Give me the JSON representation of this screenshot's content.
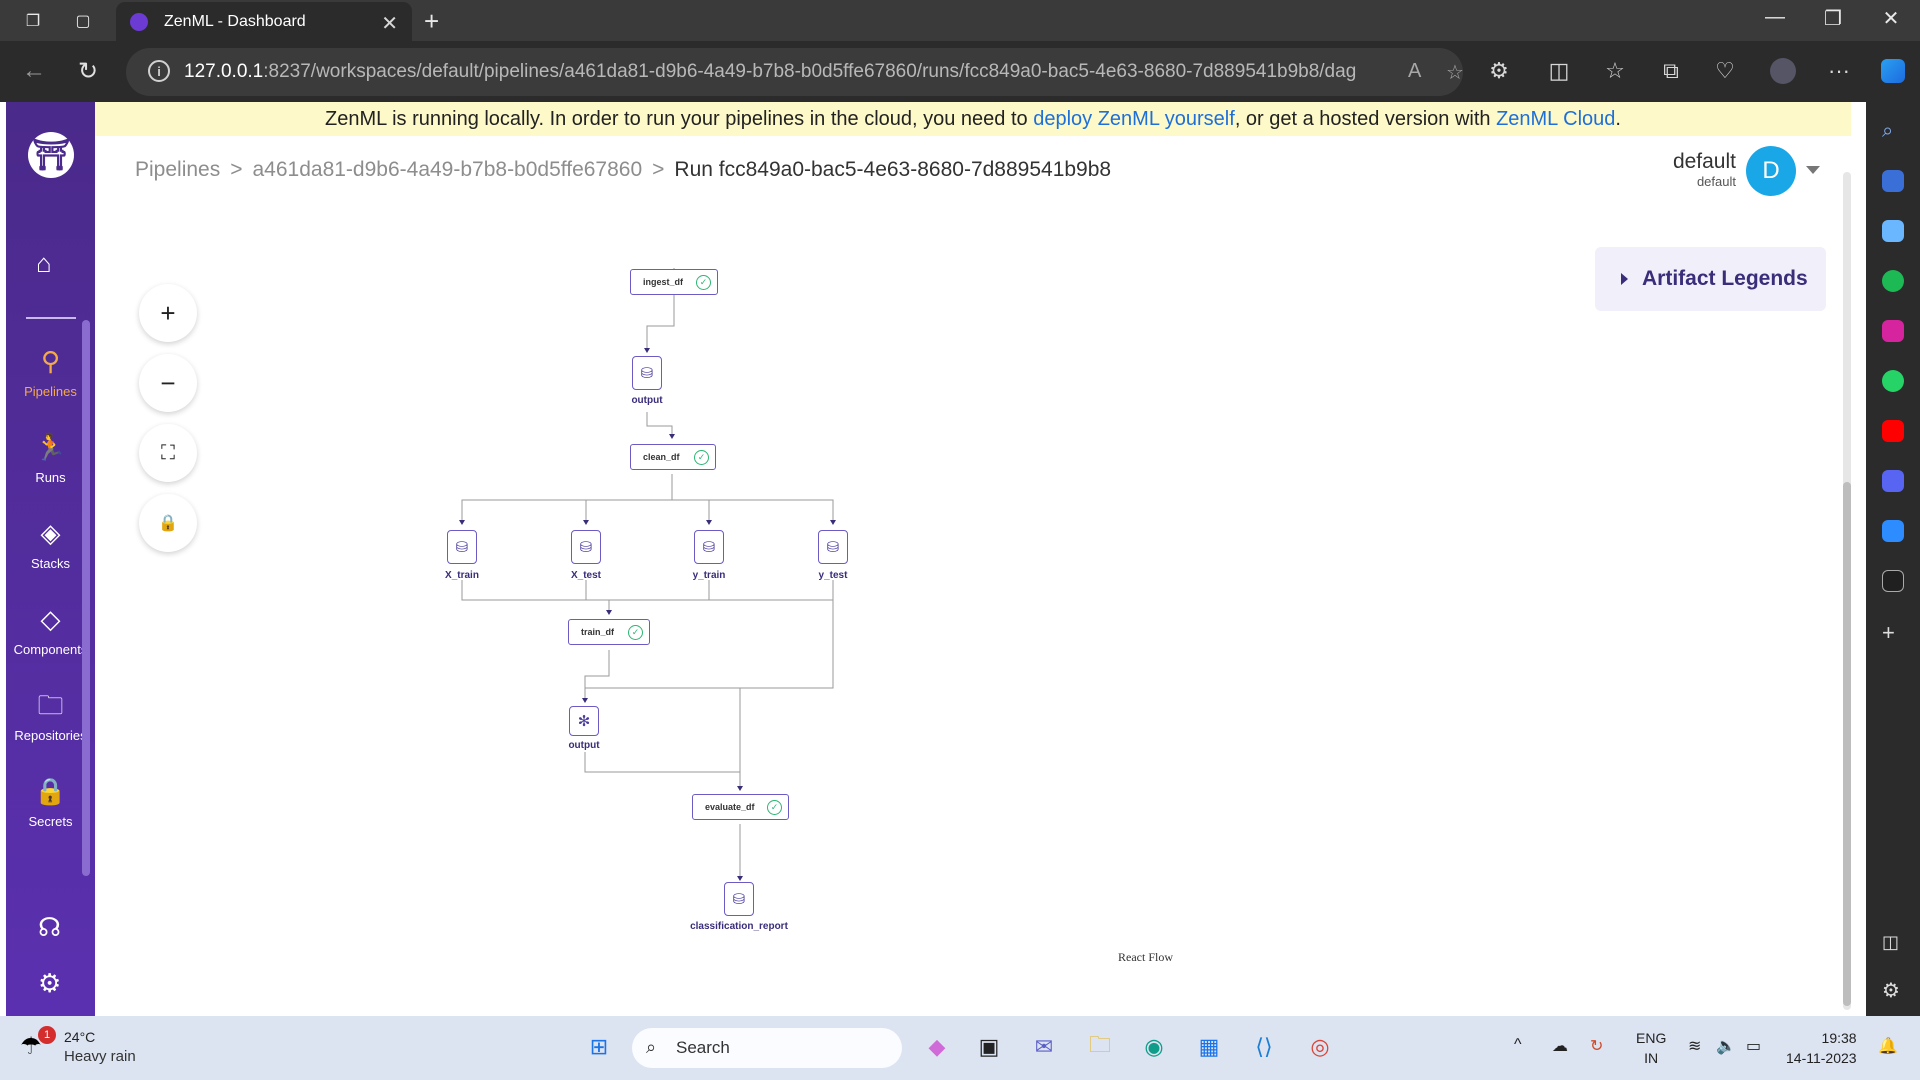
{
  "browser": {
    "tab_title": "ZenML - Dashboard",
    "url_host": "127.0.0.1",
    "url_rest": ":8237/workspaces/default/pipelines/a461da81-d9b6-4a49-b7b8-b0d5ffe67860/runs/fcc849a0-bac5-4e63-8680-7d889541b9b8/dag"
  },
  "banner": {
    "text_before": "ZenML is running locally. In order to run your pipelines in the cloud, you need to ",
    "link1": "deploy ZenML yourself",
    "text_mid": ", or get a hosted version with ",
    "link2": "ZenML Cloud",
    "text_after": "."
  },
  "sidebar": {
    "items": [
      {
        "label": "Pipelines",
        "icon": "pipelines-icon"
      },
      {
        "label": "Runs",
        "icon": "runs-icon"
      },
      {
        "label": "Stacks",
        "icon": "stacks-icon"
      },
      {
        "label": "Components",
        "icon": "components-icon"
      },
      {
        "label": "Repositories",
        "icon": "repositories-icon"
      },
      {
        "label": "Secrets",
        "icon": "secrets-icon"
      }
    ]
  },
  "breadcrumb": {
    "item1": "Pipelines",
    "item2": "a461da81-d9b6-4a49-b7b8-b0d5ffe67860",
    "item3": "Run fcc849a0-bac5-4e63-8680-7d889541b9b8",
    "separator": ">"
  },
  "user": {
    "workspace": "default",
    "workspace_sub": "default",
    "avatar_letter": "D"
  },
  "legends": {
    "label": "Artifact Legends"
  },
  "dag": {
    "steps": {
      "ingest": "ingest_df",
      "clean": "clean_df",
      "train": "train_df",
      "evaluate": "evaluate_df"
    },
    "artifacts": {
      "ingest_output": "output",
      "x_train": "X_train",
      "x_test": "X_test",
      "y_train": "y_train",
      "y_test": "y_test",
      "train_output": "output",
      "report": "classification_report"
    },
    "attribution": "React Flow"
  },
  "taskbar": {
    "temp": "24°C",
    "weather": "Heavy rain",
    "weather_badge": "1",
    "search": "Search",
    "lang1": "ENG",
    "lang2": "IN",
    "time": "19:38",
    "date": "14-11-2023"
  }
}
